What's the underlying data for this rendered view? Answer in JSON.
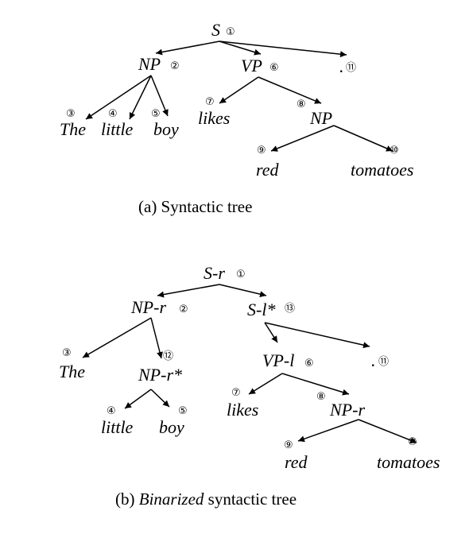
{
  "tree_a": {
    "caption": "(a) Syntactic tree",
    "nodes": {
      "S": {
        "label": "S",
        "num": "①"
      },
      "NP": {
        "label": "NP",
        "num": "②"
      },
      "The": {
        "label": "The",
        "num": "③"
      },
      "little": {
        "label": "little",
        "num": "④"
      },
      "boy": {
        "label": "boy",
        "num": "⑤"
      },
      "VP": {
        "label": "VP",
        "num": "⑥"
      },
      "likes": {
        "label": "likes",
        "num": "⑦"
      },
      "NP2": {
        "label": "NP",
        "num": "⑧"
      },
      "red": {
        "label": "red",
        "num": "⑨"
      },
      "tomatoes": {
        "label": "tomatoes",
        "num": "⑩"
      },
      "period": {
        "label": ".",
        "num": "⑪"
      }
    }
  },
  "tree_b": {
    "caption_prefix": "(b) ",
    "caption_italic": "Binarized",
    "caption_suffix": " syntactic tree",
    "nodes": {
      "Sr": {
        "label": "S-r",
        "num": "①"
      },
      "NPr": {
        "label": "NP-r",
        "num": "②"
      },
      "The": {
        "label": "The",
        "num": "③"
      },
      "NPrs": {
        "label": "NP-r*",
        "num": "⑫"
      },
      "little": {
        "label": "little",
        "num": "④"
      },
      "boy": {
        "label": "boy",
        "num": "⑤"
      },
      "Sls": {
        "label": "S-l*",
        "num": "⑬"
      },
      "VPl": {
        "label": "VP-l",
        "num": "⑥"
      },
      "likes": {
        "label": "likes",
        "num": "⑦"
      },
      "NPr2": {
        "label": "NP-r",
        "num": "⑧"
      },
      "red": {
        "label": "red",
        "num": "⑨"
      },
      "tomatoes": {
        "label": "tomatoes",
        "num": "⑩"
      },
      "period": {
        "label": ".",
        "num": "⑪"
      }
    }
  }
}
